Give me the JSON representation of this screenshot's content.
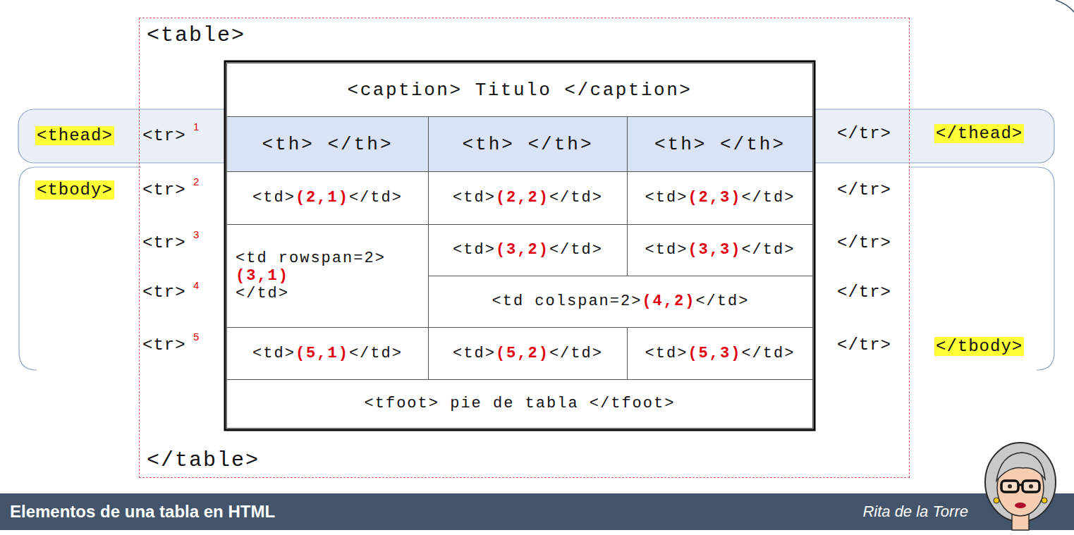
{
  "diagram": {
    "nodes": [
      {
        "text": [
          "<table>",
          "</table>"
        ]
      },
      {
        "text": [
          "<caption> Titulo </caption>"
        ],
        "in": 0
      },
      {
        "text": [
          "<th> </th>"
        ],
        "in": 0
      },
      {
        "text": [
          "<th> </th>"
        ],
        "in": 0
      },
      {
        "text": [
          "<th> </th>"
        ],
        "in": 0
      },
      {
        "text": [
          "<td>",
          "(2,1)",
          "</td>"
        ],
        "in": 0
      },
      {
        "text": [
          "<td>",
          "(2,2)",
          "</td>"
        ],
        "in": 0
      },
      {
        "text": [
          "<td>",
          "(2,3)",
          "</td>"
        ],
        "in": 0
      },
      {
        "text": [
          "<td rowspan=2>",
          "(3,1)",
          "</td>"
        ],
        "in": 0
      },
      {
        "text": [
          "<td>",
          "(3,2)",
          "</td>"
        ],
        "in": 0
      },
      {
        "text": [
          "<td>",
          "(3,3)",
          "</td>"
        ],
        "in": 0
      },
      {
        "text": [
          "<td colspan=2>",
          "(4,2)",
          "</td>"
        ],
        "in": 0
      },
      {
        "text": [
          "<td>",
          "(5,1)",
          "</td>"
        ],
        "in": 0
      },
      {
        "text": [
          "<td>",
          "(5,2)",
          "</td>"
        ],
        "in": 0
      },
      {
        "text": [
          "<td>",
          "(5,3)",
          "</td>"
        ],
        "in": 0
      },
      {
        "text": [
          "<tfoot> pie de tabla </tfoot>"
        ],
        "in": 0
      },
      {
        "text": [
          "Elementos de una tabla en HTML",
          "Rita de la Torre"
        ]
      }
    ],
    "labels": [
      "<thead>",
      "<tr>",
      "1",
      "</tr>",
      "</thead>",
      "<tbody>",
      "<tr>",
      "2",
      "</tr>",
      "<tr>",
      "3",
      "</tr>",
      "<tr>",
      "4",
      "</tr>",
      "<tr>",
      "5",
      "</tr>",
      "</tbody>"
    ]
  }
}
